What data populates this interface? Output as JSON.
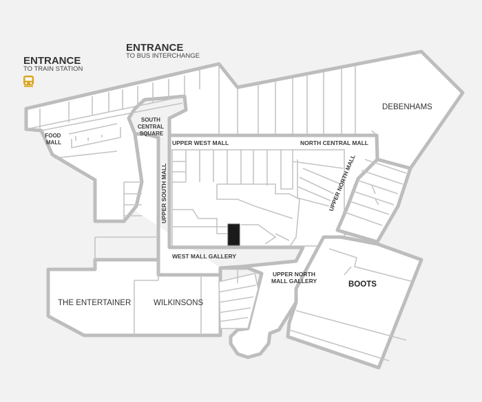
{
  "entrances": {
    "train": {
      "title": "ENTRANCE",
      "subtitle": "TO TRAIN STATION"
    },
    "bus": {
      "title": "ENTRANCE",
      "subtitle": "TO BUS INTERCHANGE"
    }
  },
  "areas": {
    "food_mall": [
      "FOOD",
      "MALL"
    ],
    "south_central_square": [
      "SOUTH",
      "CENTRAL",
      "SQUARE"
    ],
    "upper_west_mall": "UPPER WEST MALL",
    "north_central_mall": "NORTH CENTRAL MALL",
    "upper_south_mall": "UPPER SOUTH MALL",
    "upper_north_mall": "UPPER NORTH MALL",
    "west_mall_gallery": "WEST MALL GALLERY",
    "upper_north_mall_gallery": [
      "UPPER NORTH",
      "MALL GALLERY"
    ]
  },
  "stores": {
    "debenhams": "DEBENHAMS",
    "boots": "BOOTS",
    "the_entertainer": "THE ENTERTAINER",
    "wilkinsons": "WILKINSONS"
  },
  "icons": {
    "train": "train-icon",
    "highlight": "highlighted-unit"
  },
  "colors": {
    "outline": "#bdbdbd",
    "highlight": "#1a1a1a",
    "train": "#d9a520"
  }
}
